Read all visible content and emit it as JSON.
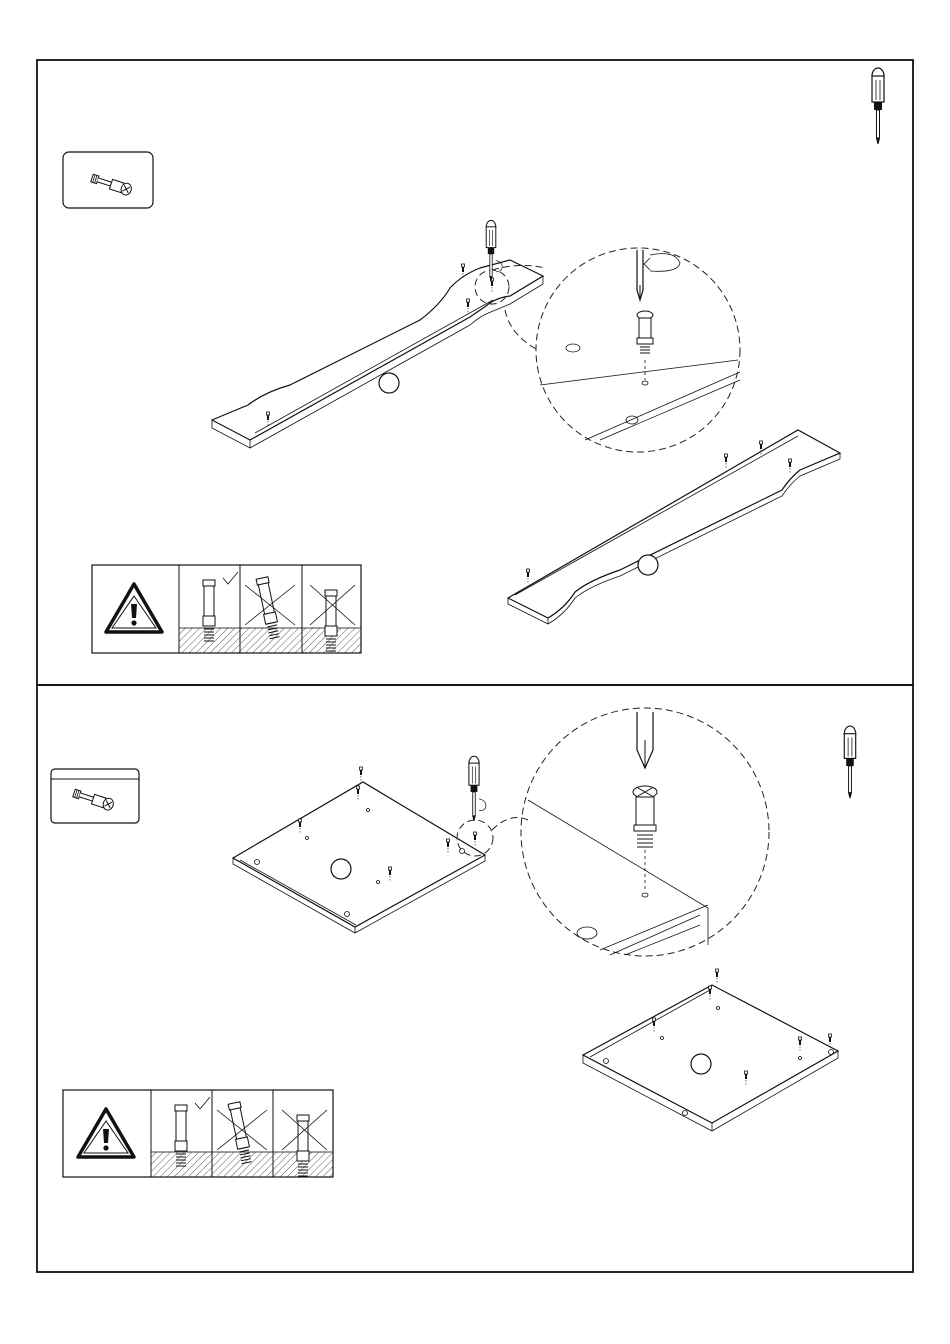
{
  "page": {
    "steps": [
      {
        "id": "step-a",
        "part_label": "",
        "tool": "screwdriver-icon",
        "hardware": "cam-dowel-icon"
      },
      {
        "id": "step-b",
        "part_label": "",
        "tool": "screwdriver-icon",
        "hardware": "cam-dowel-icon"
      }
    ],
    "warning": {
      "icon": "warning-triangle-icon",
      "cells": [
        "correct-install",
        "tilted-wrong",
        "too-deep-wrong"
      ]
    },
    "colors": {
      "line": "#111111",
      "background": "#ffffff"
    }
  }
}
